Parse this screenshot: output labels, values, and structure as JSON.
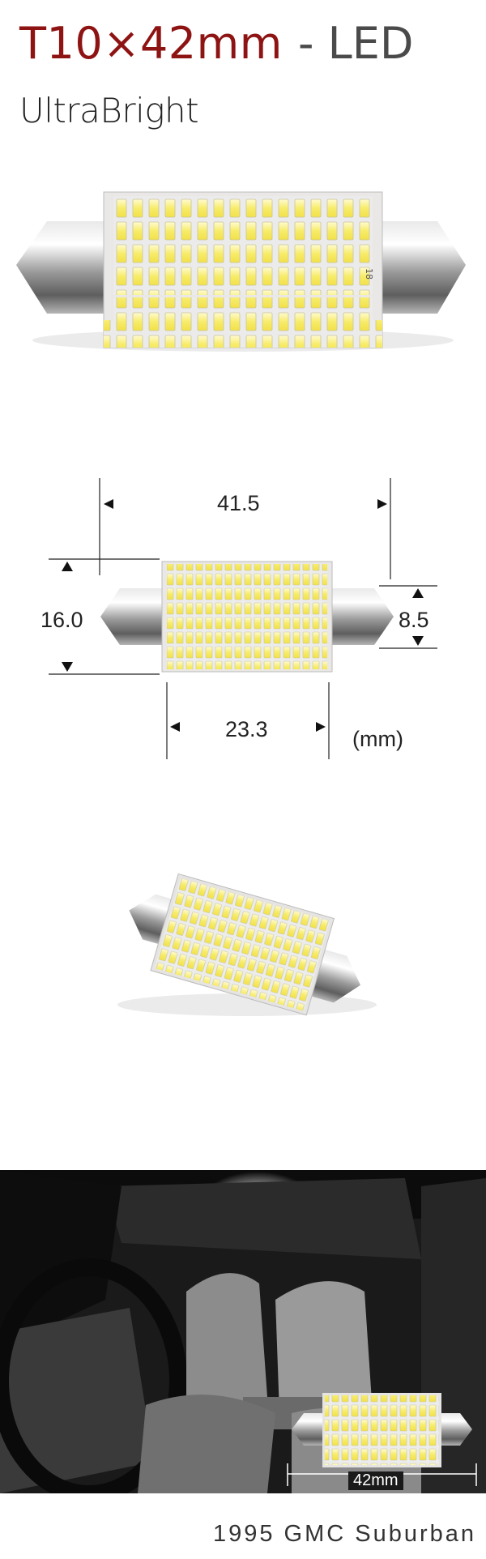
{
  "header": {
    "model": "T10×42mm",
    "separator_type": "- LED",
    "subtitle": "UltraBright"
  },
  "dimensions": {
    "length": "41.5",
    "height": "16.0",
    "cap_diameter": "8.5",
    "board_length": "23.3",
    "unit": "(mm)"
  },
  "photo": {
    "size_tag": "42mm",
    "caption": "1995  GMC  Suburban"
  },
  "colors": {
    "model_text": "#8e1414",
    "led_text": "#4a4a4a"
  }
}
